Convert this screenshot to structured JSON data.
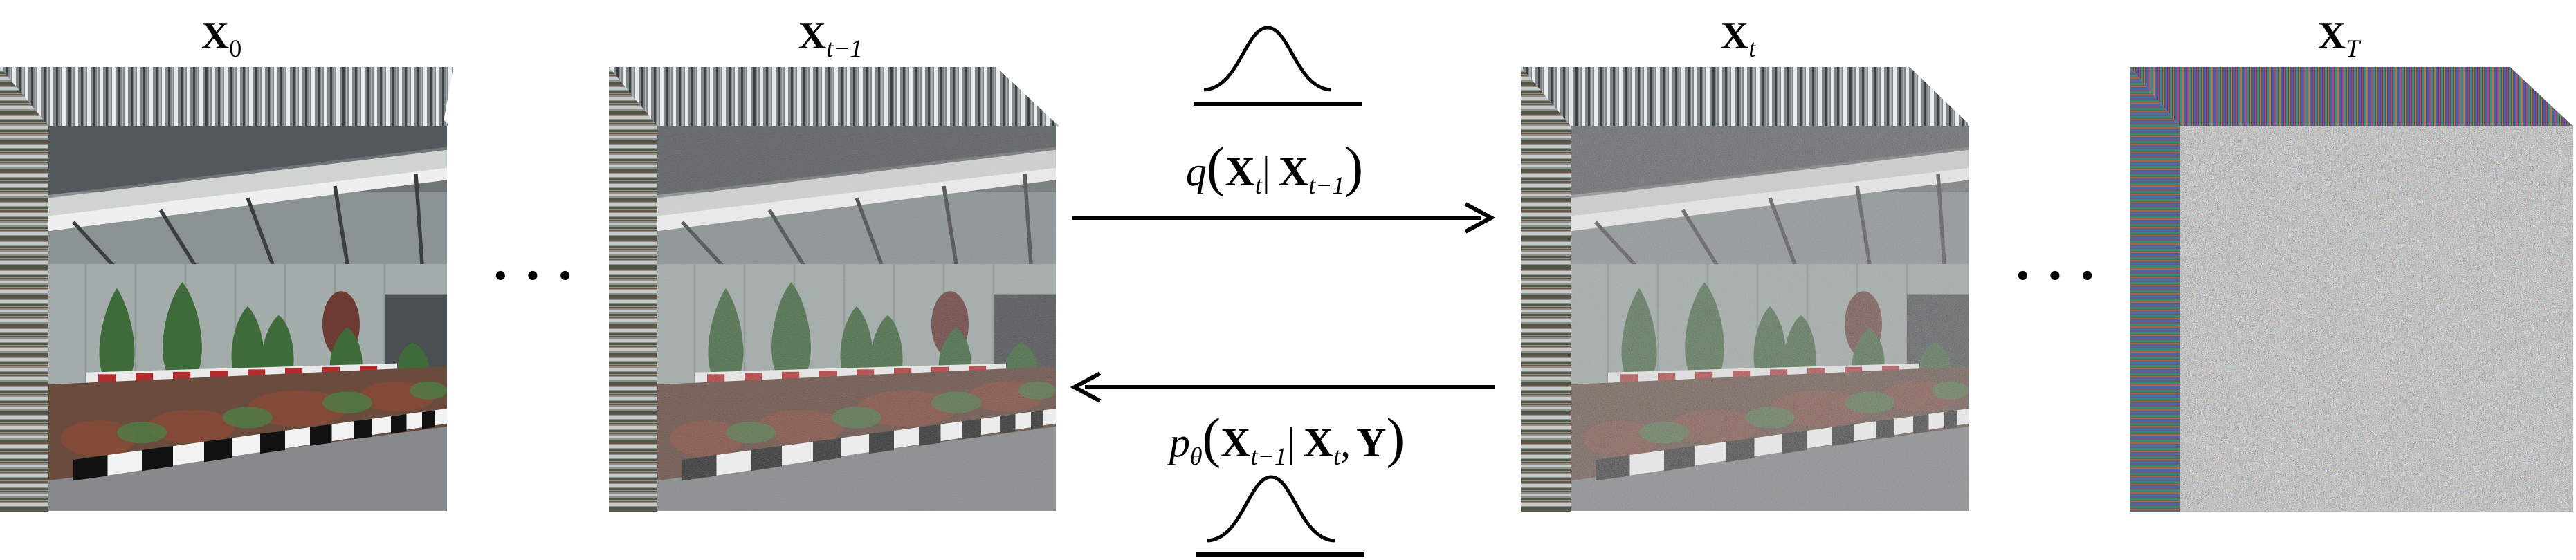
{
  "states": [
    {
      "id": "x0",
      "symbol": "X",
      "subscript": "0",
      "kind": "clean image"
    },
    {
      "id": "xt1",
      "symbol": "X",
      "subscript": "t−1",
      "kind": "slightly noisy image"
    },
    {
      "id": "xt",
      "symbol": "X",
      "subscript": "t",
      "kind": "noisy image"
    },
    {
      "id": "xT",
      "symbol": "X",
      "subscript": "T",
      "kind": "pure noise"
    }
  ],
  "ellipsis": "· · ·",
  "forward": {
    "func": "q",
    "target": {
      "symbol": "X",
      "subscript": "t"
    },
    "bar": "|",
    "given": {
      "symbol": "X",
      "subscript": "t−1"
    },
    "direction": "right"
  },
  "reverse": {
    "func": "p",
    "func_subscript": "θ",
    "target": {
      "symbol": "X",
      "subscript": "t−1"
    },
    "bar": "|",
    "given": {
      "symbol": "X",
      "subscript": "t"
    },
    "comma": ",",
    "condition": "Y",
    "direction": "left"
  },
  "colors": {
    "sky": "#7e8688",
    "wall": "#a3acaa",
    "shrub": "#3f6b3a",
    "soil": "#6a4c3e",
    "road": "#878a8c",
    "curb_dark": "#111111",
    "curb_light": "#f2f2f2",
    "arrow": "#000000"
  }
}
